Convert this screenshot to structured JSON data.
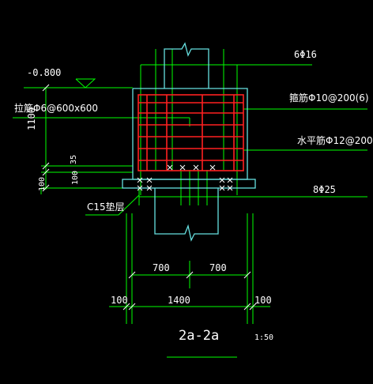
{
  "labels": {
    "elevation": "-0.800",
    "tie_bar": "拉筋Φ6@600x600",
    "top_bars": "6Φ16",
    "stirrups": "箍筋Φ10@200(6)",
    "horizontal_bars": "水平筋Φ12@200",
    "bottom_bars": "8Φ25",
    "cushion": "C15垫层",
    "section_title": "2a-2a",
    "scale": "1:50"
  },
  "dimensions": {
    "height_1100": "1100",
    "dim_35": "35",
    "left_100a": "100",
    "left_100b": "100",
    "half_left": "700",
    "half_right": "700",
    "total": "1400",
    "edge_left": "100",
    "edge_right": "100"
  },
  "colors": {
    "background": "#000000",
    "green": "#00ff00",
    "cyan": "#66e0e0",
    "red": "#ff2020",
    "white": "#ffffff",
    "blue": "#4040ff"
  }
}
